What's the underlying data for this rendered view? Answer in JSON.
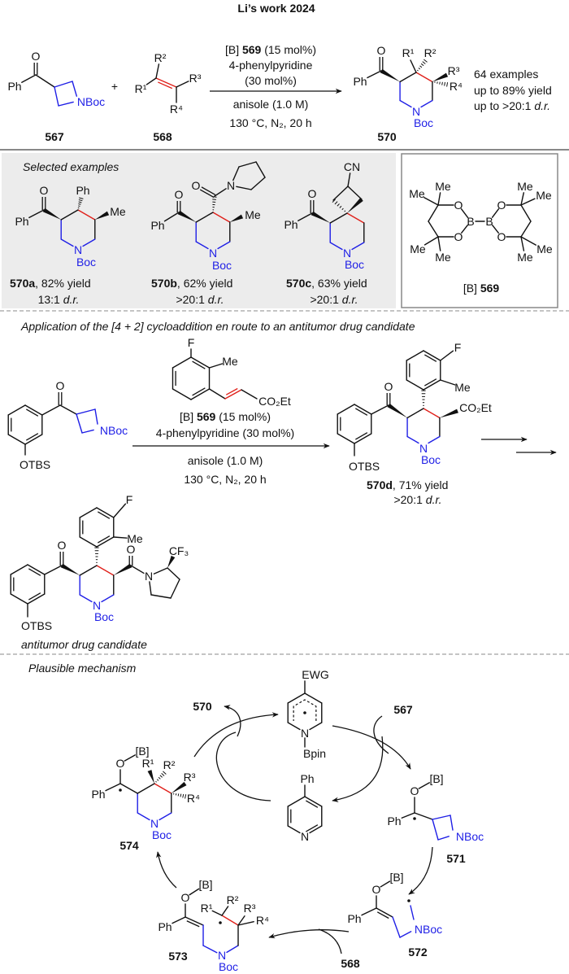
{
  "title": "Li’s work 2024",
  "atoms": {
    "O": "O",
    "N": "N",
    "Ph": "Ph",
    "Me": "Me",
    "Boc": "Boc",
    "NBoc": "NBoc",
    "OTBS": "OTBS",
    "F": "F",
    "CN": "CN",
    "CO2Et": "CO₂Et",
    "CF3": "CF₃",
    "B": "B",
    "B_ref": "[B]",
    "EWG": "EWG",
    "Bpin": "Bpin",
    "R1": "R¹",
    "R2": "R²",
    "R3": "R³",
    "R4": "R⁴"
  },
  "scheme": {
    "plus": "+",
    "sm_label": "567",
    "alkene_label": "568",
    "product_label": "570",
    "conditions": {
      "cat_prefix": "[B] ",
      "cat_id": "569",
      "cat_loading": " (15 mol%)",
      "additive": "4-phenylpyridine",
      "additive_loading": "(30 mol%)",
      "solvent": "anisole (1.0 M)",
      "temp": "130 °C, N₂, 20 h"
    },
    "summary": {
      "examples": "64 examples",
      "yield": "up to 89% yield",
      "dr_value": "up to >20:1 ",
      "dr_unit": "d.r."
    }
  },
  "examples": {
    "heading": "Selected examples",
    "items": [
      {
        "id": "570a",
        "yield": ", 82% yield",
        "dr": "13:1 ",
        "dr_unit": "d.r."
      },
      {
        "id": "570b",
        "yield": ", 62% yield",
        "dr": ">20:1 ",
        "dr_unit": "d.r."
      },
      {
        "id": "570c",
        "yield": ", 63% yield",
        "dr": ">20:1 ",
        "dr_unit": "d.r."
      }
    ]
  },
  "catalyst": {
    "prefix": "[B] ",
    "id": "569"
  },
  "application": {
    "heading": "Application of the [4 + 2] cycloaddition en route to an antitumor drug candidate",
    "conditions": {
      "cat_prefix": "[B] ",
      "cat_id": "569",
      "cat_loading": " (15 mol%)",
      "additive": "4-phenylpyridine (30 mol%)",
      "solvent": "anisole (1.0 M)",
      "temp": "130 °C, N₂, 20 h"
    },
    "product": {
      "id": "570d",
      "yield": ", 71% yield",
      "dr": ">20:1 ",
      "dr_unit": "d.r."
    },
    "drug_caption": "antitumor drug candidate"
  },
  "mechanism": {
    "heading": "Plausible mechanism",
    "labels": {
      "p570": "570",
      "s567": "567",
      "s568": "568",
      "i571": "571",
      "i572": "572",
      "i573": "573",
      "i574": "574"
    }
  }
}
